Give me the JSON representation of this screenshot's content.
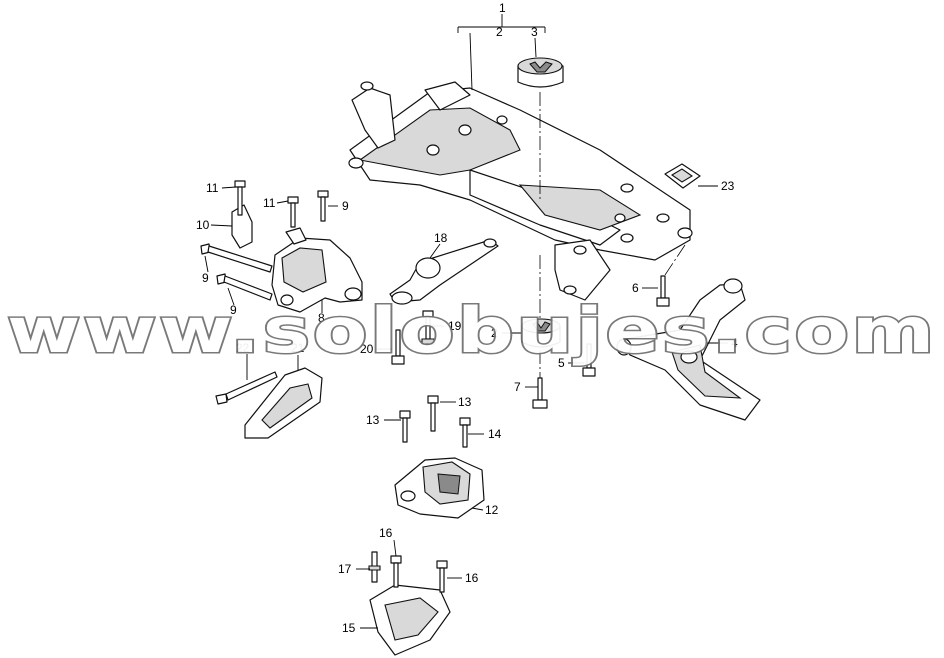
{
  "callouts": {
    "n1": "1",
    "n2": "2",
    "n3": "3",
    "n4": "4",
    "n5": "5",
    "n6": "6",
    "n7": "7",
    "n8": "8",
    "n9": "9",
    "n10": "10",
    "n11": "11",
    "n12": "12",
    "n13": "13",
    "n14": "14",
    "n15": "15",
    "n16": "16",
    "n17": "17",
    "n18": "18",
    "n19": "19",
    "n20": "20",
    "n21": "21",
    "n22": "22",
    "n23": "23"
  },
  "watermark": {
    "text": "www.solobujes.com"
  }
}
